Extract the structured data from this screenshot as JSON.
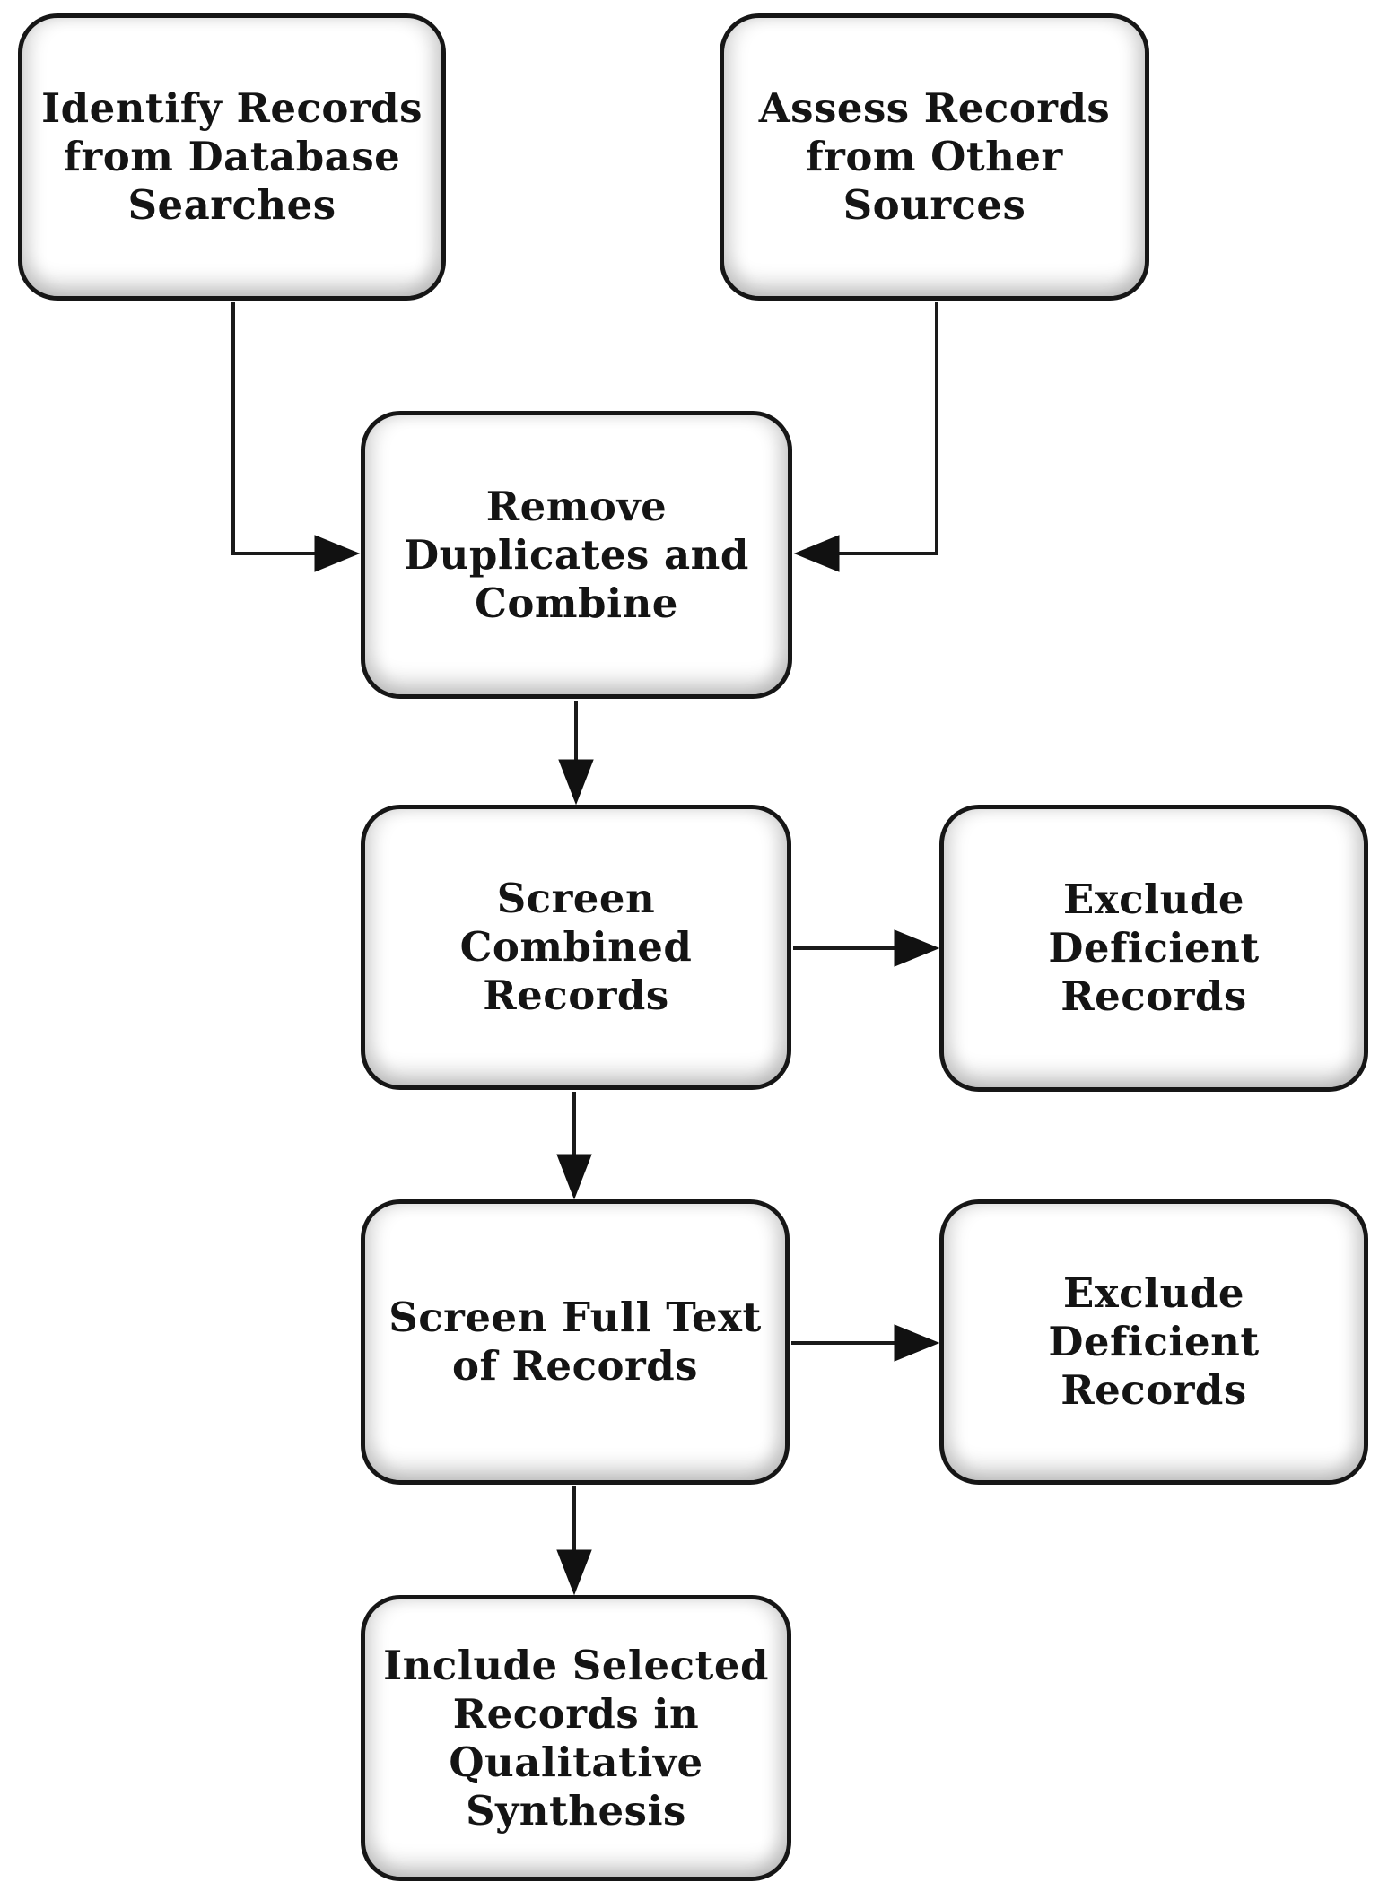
{
  "diagram": {
    "type": "flowchart",
    "colors": {
      "background": "#ffffff",
      "box_fill": "#ffffff",
      "box_border": "#161616",
      "text": "#141414",
      "arrow": "#1a1a1a"
    },
    "nodes": [
      {
        "id": "identify",
        "label": "Identify Records\nfrom Database\nSearches"
      },
      {
        "id": "assess",
        "label": "Assess Records\nfrom Other\nSources"
      },
      {
        "id": "remove",
        "label": "Remove\nDuplicates and\nCombine"
      },
      {
        "id": "screen_combined",
        "label": "Screen\nCombined\nRecords"
      },
      {
        "id": "exclude_1",
        "label": "Exclude\nDeficient\nRecords"
      },
      {
        "id": "screen_full",
        "label": "Screen Full Text\nof Records"
      },
      {
        "id": "exclude_2",
        "label": "Exclude\nDeficient\nRecords"
      },
      {
        "id": "include",
        "label": "Include Selected\nRecords in\nQualitative\nSynthesis"
      }
    ],
    "edges": [
      {
        "from": "identify",
        "to": "remove"
      },
      {
        "from": "assess",
        "to": "remove"
      },
      {
        "from": "remove",
        "to": "screen_combined"
      },
      {
        "from": "screen_combined",
        "to": "exclude_1"
      },
      {
        "from": "screen_combined",
        "to": "screen_full"
      },
      {
        "from": "screen_full",
        "to": "exclude_2"
      },
      {
        "from": "screen_full",
        "to": "include"
      }
    ]
  }
}
